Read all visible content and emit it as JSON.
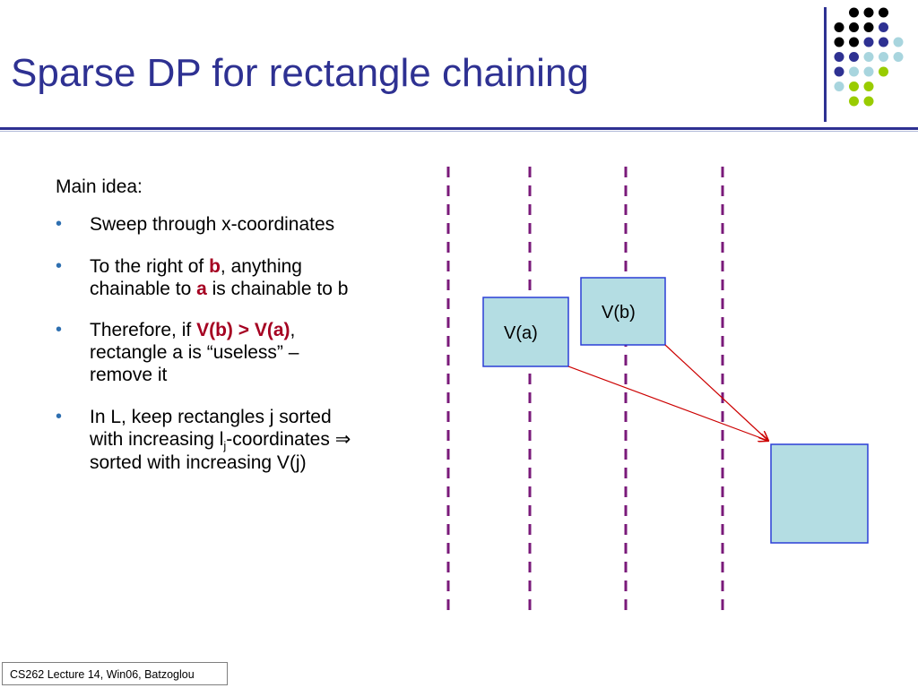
{
  "title": "Sparse DP for rectangle chaining",
  "colors": {
    "title": "#2e3192",
    "bullet": "#2e6fb0",
    "emphasis": "#a50021",
    "dashed_line": "#7a1a7a",
    "box_fill": "#b4dde3",
    "box_border": "#2b3ed6",
    "arrow": "#cc0000",
    "dot_black": "#000000",
    "dot_indigo": "#2e3192",
    "dot_lightblue": "#a8d5de",
    "dot_green": "#99cc00"
  },
  "content": {
    "intro": "Main idea:",
    "bullet1": "Sweep through x-coordinates",
    "bullet2": {
      "p1": "To the right of ",
      "b": "b",
      "p2": ", anything chainable to ",
      "a": "a",
      "p3": " is chainable to b"
    },
    "bullet3": {
      "p1": "Therefore, if ",
      "cond": "V(b) > V(a)",
      "p2": ", rectangle a is “useless” – remove it"
    },
    "bullet4": {
      "p1": "In L, keep rectangles j sorted with increasing l",
      "sub": "j",
      "p2": "-coordinates ",
      "arrow": "⇒",
      "p3": " sorted with increasing V(j)"
    }
  },
  "diagram": {
    "label_a": "V(a)",
    "label_b": "V(b)"
  },
  "footer": "CS262 Lecture 14, Win06, Batzoglou"
}
